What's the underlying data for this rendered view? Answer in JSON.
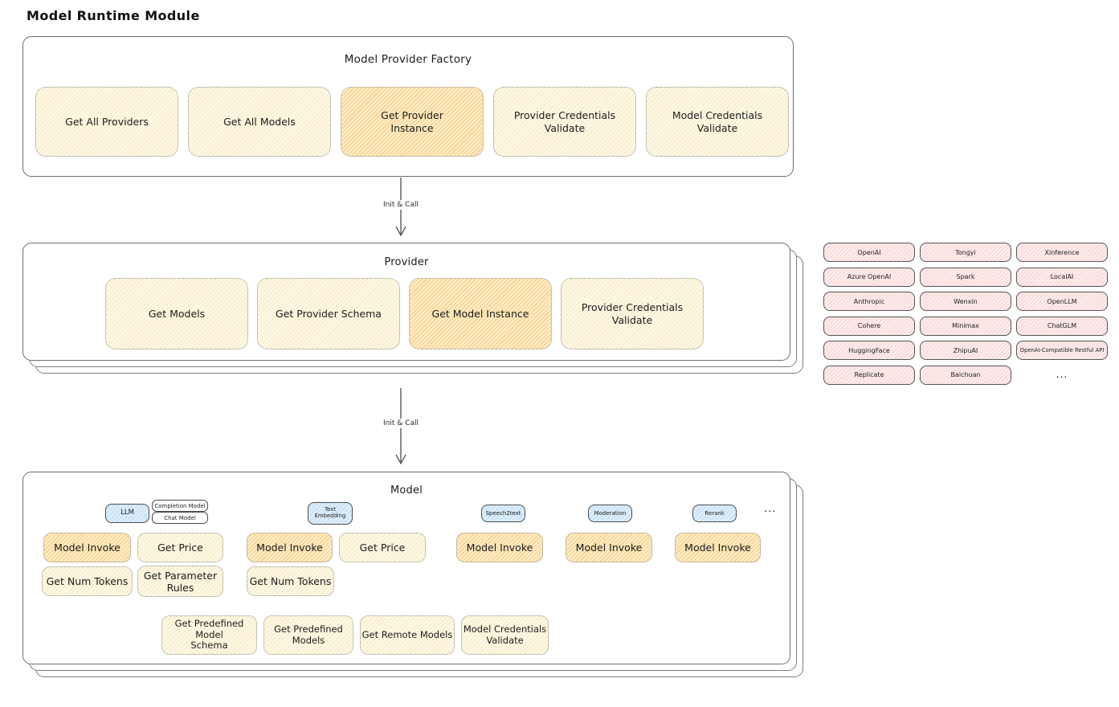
{
  "page": {
    "title": "Model Runtime Module"
  },
  "colors": {
    "yellow_fill": "#FDF8E6",
    "orange_highlight_fill": "#FCEDC8",
    "orange_hatch": "#F2B046",
    "pink_fill": "#FDEDED",
    "blue_fill": "#DCEEFB",
    "border_gray": "#6E6E6E",
    "text": "#1B1B1B"
  },
  "factory": {
    "title": "Model Provider Factory",
    "items": [
      {
        "label": "Get All Providers",
        "highlighted": false
      },
      {
        "label": "Get All Models",
        "highlighted": false
      },
      {
        "label": "Get Provider\nInstance",
        "highlighted": true
      },
      {
        "label": "Provider Credentials\nValidate",
        "highlighted": false
      },
      {
        "label": "Model Credentials\nValidate",
        "highlighted": false
      }
    ]
  },
  "arrow1": {
    "label": "Init & Call"
  },
  "provider": {
    "title": "Provider",
    "items": [
      {
        "label": "Get Models",
        "highlighted": false
      },
      {
        "label": "Get Provider Schema",
        "highlighted": false
      },
      {
        "label": "Get Model Instance",
        "highlighted": true
      },
      {
        "label": "Provider Credentials\nValidate",
        "highlighted": false
      }
    ]
  },
  "providers_grid": {
    "items": [
      "OpenAI",
      "Tongyi",
      "Xinference",
      "Azure OpenAI",
      "Spark",
      "LocalAI",
      "Anthropic",
      "Wenxin",
      "OpenLLM",
      "Cohere",
      "Minimax",
      "ChatGLM",
      "HuggingFace",
      "ZhipuAI",
      "OpenAI-Compatible Restful API",
      "Replicate",
      "Baichuan",
      "..."
    ]
  },
  "arrow2": {
    "label": "Init & Call"
  },
  "model": {
    "title": "Model",
    "tags": {
      "llm": "LLM",
      "completion_model": "Completion Model",
      "chat_model": "Chat Model",
      "text_embedding": "Text\nEmbedding",
      "speech2text": "Speech2text",
      "moderation": "Moderation",
      "rerank": "Rerank",
      "more": "..."
    },
    "buttons": {
      "model_invoke": "Model Invoke",
      "get_price": "Get Price",
      "get_num_tokens": "Get Num Tokens",
      "get_parameter_rules": "Get Parameter\nRules",
      "get_predefined_model_schema": "Get Predefined Model\nSchema",
      "get_predefined_models": "Get Predefined\nModels",
      "get_remote_models": "Get Remote Models",
      "model_credentials_validate": "Model Credentials\nValidate"
    }
  }
}
